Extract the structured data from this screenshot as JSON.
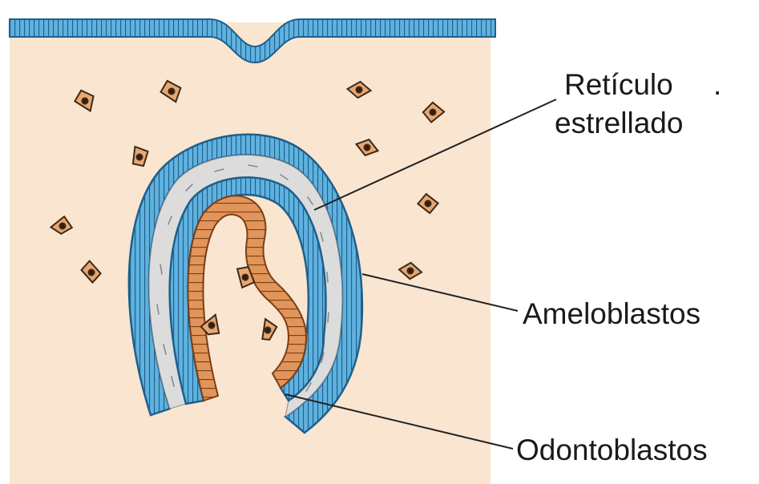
{
  "labels": {
    "reticulo_line1": "Retículo",
    "reticulo_line2": "estrellado",
    "stray_mark": ".",
    "ameloblastos": "Ameloblastos",
    "odontoblastos": "Odontoblastos"
  },
  "colors": {
    "mesenchyme": "#fae5d1",
    "epithelium": "#5fb2df",
    "epithelium_dark": "#1f5f8a",
    "stellate_reticulum": "#dcdcdc",
    "odontoblast": "#e2955a",
    "cell_fill": "#e9a66f",
    "outline": "#3a2a1a",
    "leader_line": "#222222"
  }
}
